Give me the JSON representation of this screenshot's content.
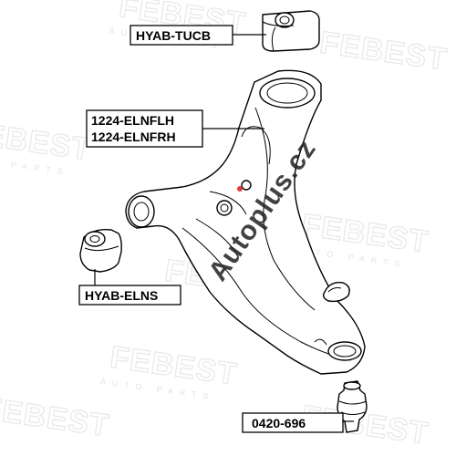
{
  "watermark": {
    "brand": "FEBEST",
    "tagline": "AUTO PARTS"
  },
  "stamp": {
    "text": "Autoplus.cz"
  },
  "labels": {
    "tucb": "HYAB-TUCB",
    "arm_lh": "1224-ELNFLH",
    "arm_rh": "1224-ELNFRH",
    "elns": "HYAB-ELNS",
    "ball_joint": "0420-696"
  },
  "colors": {
    "stamp_dot": "#e23a3a",
    "watermark": "#e9e9e9"
  }
}
